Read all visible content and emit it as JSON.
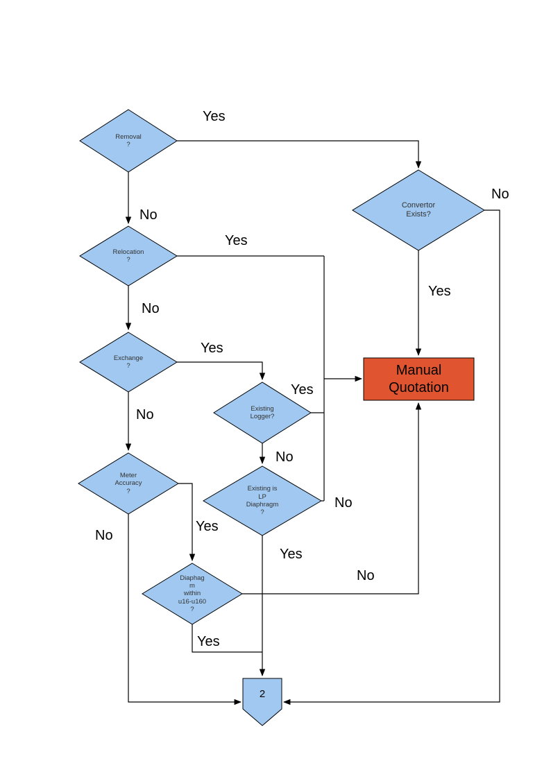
{
  "diagram": {
    "background": "#FFFFFF",
    "colors": {
      "decision_fill": "#A0C8F0",
      "process_fill": "#E0552F",
      "connector_fill": "#A0C8F0",
      "line_color": "#000000"
    },
    "nodes": {
      "removal": {
        "type": "decision",
        "label": "Removal\n?"
      },
      "convertor_exists": {
        "type": "decision",
        "label": "Convertor\nExists?"
      },
      "relocation": {
        "type": "decision",
        "label": "Relocation\n?"
      },
      "exchange": {
        "type": "decision",
        "label": "Exchange\n?"
      },
      "existing_logger": {
        "type": "decision",
        "label": "Existing\nLogger?"
      },
      "meter_accuracy": {
        "type": "decision",
        "label": "Meter\nAccuracy\n?"
      },
      "existing_lp_diaphragm": {
        "type": "decision",
        "label": "Existing is\nLP\nDiaphragm\n?"
      },
      "diaphragm_within_range": {
        "type": "decision",
        "label": "Diaphag\nm\nwithin\nu16-u160\n?"
      },
      "manual_quotation": {
        "type": "process",
        "label": "Manual\nQuotation"
      },
      "offpage_connector": {
        "type": "connector",
        "label": "2"
      }
    },
    "edge_labels": {
      "removal_yes": "Yes",
      "removal_no": "No",
      "convertor_no": "No",
      "convertor_yes": "Yes",
      "relocation_yes": "Yes",
      "relocation_no": "No",
      "exchange_yes": "Yes",
      "exchange_no": "No",
      "logger_yes": "Yes",
      "logger_no": "No",
      "lp_no": "No",
      "lp_yes": "Yes",
      "meter_yes": "Yes",
      "meter_no": "No",
      "diaphragm_no": "No",
      "diaphragm_yes": "Yes"
    }
  }
}
